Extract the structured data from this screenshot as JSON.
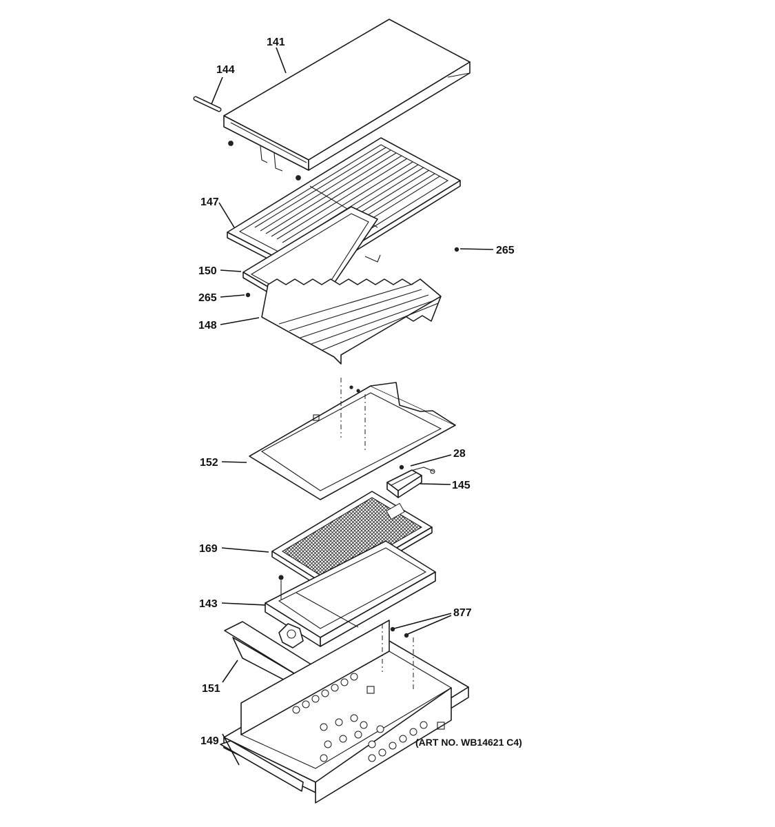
{
  "diagram": {
    "art_number": "(ART NO. WB14621 C4)",
    "callouts": {
      "c141": "141",
      "c144": "144",
      "c147": "147",
      "c265a": "265",
      "c150": "150",
      "c265b": "265",
      "c148": "148",
      "c152": "152",
      "c28": "28",
      "c145": "145",
      "c169": "169",
      "c143": "143",
      "c877": "877",
      "c151": "151",
      "c149": "149"
    }
  }
}
